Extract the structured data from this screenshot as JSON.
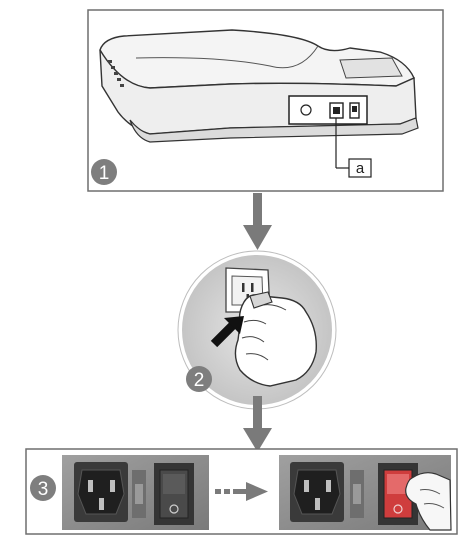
{
  "steps": [
    {
      "number": "1",
      "callout_letter": "a"
    },
    {
      "number": "2"
    },
    {
      "number": "3"
    }
  ],
  "colors": {
    "panel_border": "#6f6f6f",
    "device_body": "#f7f7f7",
    "device_outline": "#333333",
    "step_badge": "#7e7e7e",
    "arrow": "#7a7a7a",
    "circle_fill": "#d8d8d8",
    "photo_background": "#8e8e8e",
    "socket_face": "#2b2b2b",
    "switch_body": "#3a3a3a",
    "switch_red": "#cf3d3d"
  },
  "icons": [
    "device-illustration",
    "wall-outlet-icon",
    "hand-icon",
    "push-arrow-icon",
    "power-inlet-icon",
    "power-switch-icon",
    "finger-icon"
  ]
}
